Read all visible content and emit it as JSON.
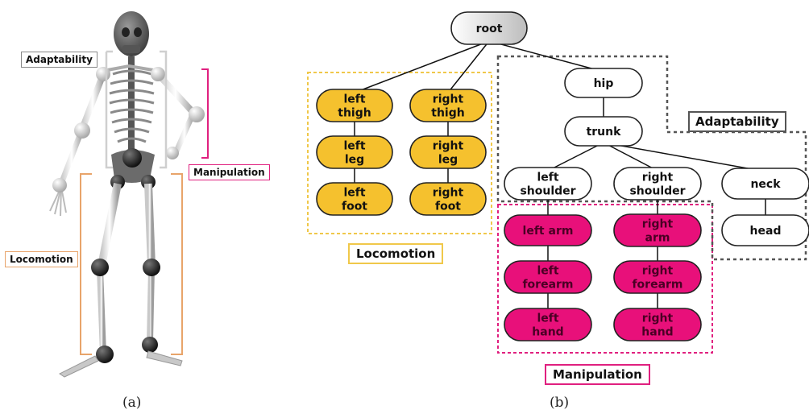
{
  "panel_a": {
    "caption": "(a)",
    "labels": {
      "adaptability": "Adaptability",
      "manipulation": "Manipulation",
      "locomotion": "Locomotion"
    }
  },
  "panel_b": {
    "caption": "(b)",
    "group_labels": {
      "locomotion": "Locomotion",
      "adaptability": "Adaptability",
      "manipulation": "Manipulation"
    },
    "nodes": {
      "root": [
        "root"
      ],
      "hip": [
        "hip"
      ],
      "trunk": [
        "trunk"
      ],
      "left_thigh": [
        "left",
        "thigh"
      ],
      "left_leg": [
        "left",
        "leg"
      ],
      "left_foot": [
        "left",
        "foot"
      ],
      "right_thigh": [
        "right",
        "thigh"
      ],
      "right_leg": [
        "right",
        "leg"
      ],
      "right_foot": [
        "right",
        "foot"
      ],
      "left_shoulder": [
        "left",
        "shoulder"
      ],
      "right_shoulder": [
        "right",
        "shoulder"
      ],
      "neck": [
        "neck"
      ],
      "head": [
        "head"
      ],
      "left_arm": [
        "left arm"
      ],
      "left_forearm": [
        "left",
        "forearm"
      ],
      "left_hand": [
        "left",
        "hand"
      ],
      "right_arm": [
        "right",
        "arm"
      ],
      "right_forearm": [
        "right",
        "forearm"
      ],
      "right_hand": [
        "right",
        "hand"
      ]
    },
    "edges": [
      [
        "root",
        "left_thigh"
      ],
      [
        "root",
        "right_thigh"
      ],
      [
        "root",
        "hip"
      ],
      [
        "hip",
        "trunk"
      ],
      [
        "trunk",
        "left_shoulder"
      ],
      [
        "trunk",
        "right_shoulder"
      ],
      [
        "trunk",
        "neck"
      ],
      [
        "neck",
        "head"
      ],
      [
        "left_thigh",
        "left_leg"
      ],
      [
        "left_leg",
        "left_foot"
      ],
      [
        "right_thigh",
        "right_leg"
      ],
      [
        "right_leg",
        "right_foot"
      ],
      [
        "left_shoulder",
        "left_arm"
      ],
      [
        "left_arm",
        "left_forearm"
      ],
      [
        "left_forearm",
        "left_hand"
      ],
      [
        "right_shoulder",
        "right_arm"
      ],
      [
        "right_arm",
        "right_forearm"
      ],
      [
        "right_forearm",
        "right_hand"
      ]
    ],
    "colors": {
      "locomotion_fill": "#f5c12e",
      "locomotion_border": "#f0c84a",
      "manipulation_fill": "#e8107a",
      "manipulation_border": "#e0207f",
      "adaptability_border": "#555555",
      "root_fill": "#d9d9d9"
    }
  }
}
